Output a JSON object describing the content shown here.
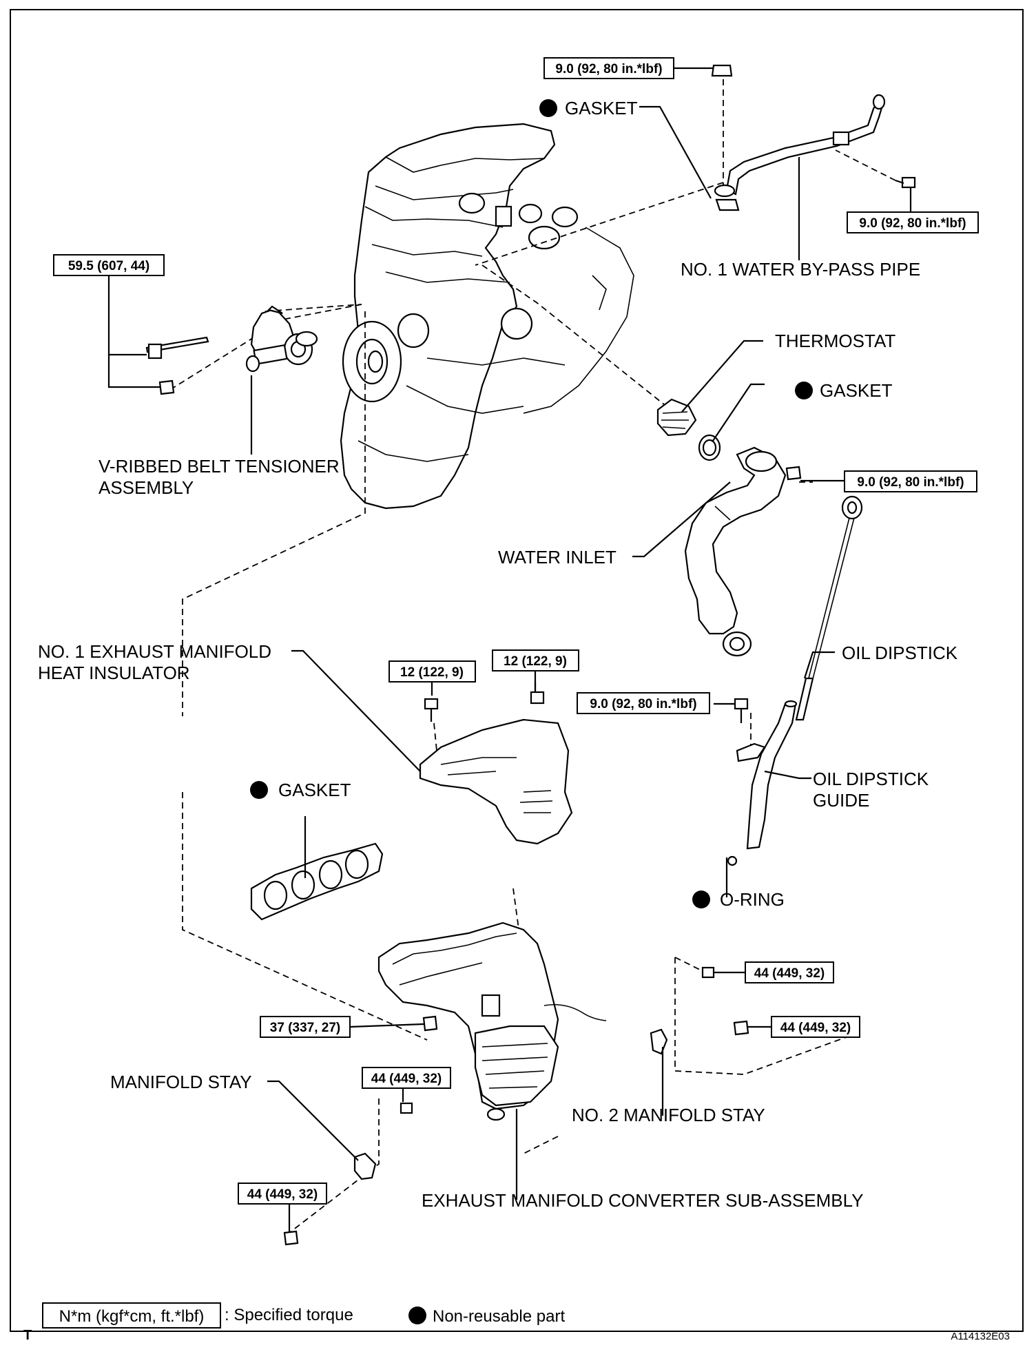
{
  "labels": {
    "gasket_top": "GASKET",
    "water_bypass_pipe": "NO. 1 WATER BY-PASS PIPE",
    "thermostat": "THERMOSTAT",
    "gasket_thermostat": "GASKET",
    "vribbed_line1": "V-RIBBED BELT TENSIONER",
    "vribbed_line2": "ASSEMBLY",
    "water_inlet": "WATER INLET",
    "heat_insulator_line1": "NO. 1 EXHAUST MANIFOLD",
    "heat_insulator_line2": "HEAT INSULATOR",
    "oil_dipstick": "OIL DIPSTICK",
    "gasket_manifold": "GASKET",
    "dipstick_guide_line1": "OIL DIPSTICK",
    "dipstick_guide_line2": "GUIDE",
    "o_ring": "O-RING",
    "manifold_stay": "MANIFOLD STAY",
    "no2_manifold_stay": "NO. 2 MANIFOLD STAY",
    "converter": "EXHAUST MANIFOLD CONVERTER SUB-ASSEMBLY"
  },
  "torques": {
    "bypass_nut": "9.0 (92, 80 in.*lbf)",
    "bypass_bolt": "9.0 (92, 80 in.*lbf)",
    "tensioner": "59.5 (607, 44)",
    "water_inlet_nut": "9.0 (92, 80 in.*lbf)",
    "insulator_bolt_left": "12 (122, 9)",
    "insulator_bolt_right": "12 (122, 9)",
    "dipstick_guide_bolt": "9.0 (92, 80 in.*lbf)",
    "stay2_bolt_top": "44 (449, 32)",
    "stay2_nut": "44 (449, 32)",
    "manifold_nut": "37 (337, 27)",
    "stay_bolt": "44 (449, 32)",
    "stay_nut_bottom": "44 (449, 32)"
  },
  "legend": {
    "torque_unit": "N*m (kgf*cm, ft.*lbf)",
    "torque_desc": ": Specified torque",
    "nonreusable": "Non-reusable part"
  },
  "footer": {
    "corner_mark": "T",
    "figure_id": "A114132E03"
  }
}
